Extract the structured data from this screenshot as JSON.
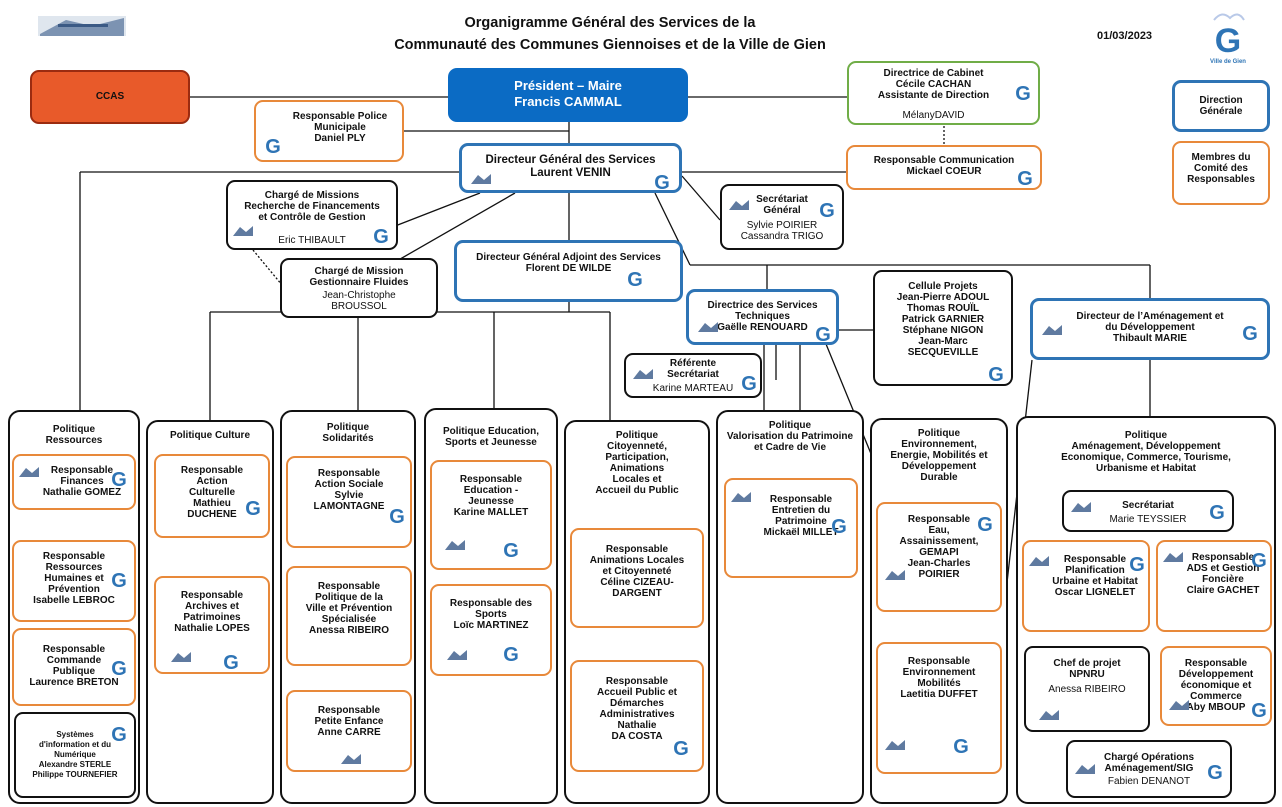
{
  "header": {
    "title_line1": "Organigramme Général des Services de la",
    "title_line2": "Communauté des Communes Giennoises et de la Ville de Gien",
    "date": "01/03/2023",
    "logo_caption": "Ville de Gien"
  },
  "top": {
    "ccas": "CCAS",
    "president": "Président – Maire\nFrancis CAMMAL",
    "cabinet_title": "Directrice de Cabinet\nCécile CACHAN\nAssistante de Direction",
    "cabinet_name": "MélanyDAVID",
    "police": "Responsable Police\nMunicipale\nDaniel PLY",
    "dgs": "Directeur Général des Services\nLaurent VENIN",
    "communication": "Responsable Communication\nMickael COEUR",
    "missions_title": "Chargé de Missions\nRecherche de Financements\net Contrôle de Gestion",
    "missions_name": "Eric THIBAULT",
    "fluides_title": "Chargé de Mission\nGestionnaire Fluides",
    "fluides_name": "Jean-Christophe\nBROUSSOL",
    "dgas": "Directeur Général Adjoint des Services\nFlorent DE WILDE",
    "secretariat_title": "Secrétariat\nGénéral",
    "secretariat_name": "Sylvie POIRIER\nCassandra TRIGO",
    "cellule": "Cellule Projets\nJean-Pierre ADOUL\nThomas ROUÏL\nPatrick GARNIER\nStéphane NIGON\nJean-Marc\nSECQUEVILLE",
    "dst": "Directrice des Services\nTechniques\nGaëlle RENOUARD",
    "referente_title": "Référente\nSecrétariat",
    "referente_name": "Karine MARTEAU",
    "amenagement": "Directeur de l’Aménagement et\ndu Développement\nThibault MARIE"
  },
  "legend": {
    "direction": "Direction\nGénérale",
    "membres": "Membres du\nComité des\nResponsables"
  },
  "columns": {
    "ressources": {
      "title": "Politique\nRessources",
      "finances": "Responsable\nFinances\nNathalie GOMEZ",
      "rh": "Responsable\nRessources\nHumaines et\nPrévention\nIsabelle LEBROC",
      "commande": "Responsable\nCommande\nPublique\nLaurence BRETON",
      "systemes": "Systèmes\nd'information et du\nNumérique\nAlexandre STERLE\nPhilippe TOURNEFIER"
    },
    "culture": {
      "title": "Politique Culture",
      "action": "Responsable\nAction\nCulturelle\nMathieu\nDUCHENE",
      "archives": "Responsable\nArchives et\nPatrimoines\nNathalie LOPES"
    },
    "solidarites": {
      "title": "Politique\nSolidarités",
      "sociale": "Responsable\nAction Sociale\nSylvie\nLAMONTAGNE",
      "ville": "Responsable\nPolitique de la\nVille et Prévention\nSpécialisée\nAnessa RIBEIRO",
      "enfance": "Responsable\nPetite Enfance\nAnne CARRE"
    },
    "education": {
      "title": "Politique Education,\nSports et Jeunesse",
      "jeunesse": "Responsable\nEducation -\nJeunesse\nKarine MALLET",
      "sports": "Responsable des\nSports\nLoïc MARTINEZ"
    },
    "citoyennete": {
      "title": "Politique\nCitoyenneté,\nParticipation,\nAnimations\nLocales et\nAccueil du Public",
      "animations": "Responsable\nAnimations Locales\net Citoyenneté\nCéline CIZEAU-\nDARGENT",
      "accueil": "Responsable\nAccueil Public et\nDémarches\nAdministratives\nNathalie\nDA COSTA"
    },
    "patrimoine": {
      "title": "Politique\nValorisation du Patrimoine\net Cadre de Vie",
      "entretien": "Responsable\nEntretien du\nPatrimoine\nMickaël MILLET"
    },
    "environnement": {
      "title": "Politique\nEnvironnement,\nEnergie, Mobilités et\nDéveloppement\nDurable",
      "eau": "Responsable\nEau,\nAssainissement,\nGEMAPI\nJean-Charles\nPOIRIER",
      "mobilites": "Responsable\nEnvironnement\nMobilités\nLaetitia DUFFET"
    },
    "amenagement": {
      "title": "Politique\nAménagement, Développement\nEconomique, Commerce, Tourisme,\nUrbanisme et Habitat",
      "secretariat_title": "Secrétariat",
      "secretariat_name": "Marie TEYSSIER",
      "planification": "Responsable\nPlanification\nUrbaine et Habitat\nOscar LIGNELET",
      "ads": "Responsable\nADS et Gestion\nFoncière\nClaire GACHET",
      "npnru_title": "Chef de projet\nNPNRU",
      "npnru_name": "Anessa RIBEIRO",
      "eco": "Responsable\nDéveloppement\néconomique et\nCommerce\nAby MBOUP",
      "sig_title": "Chargé Opérations\nAménagement/SIG",
      "sig_name": "Fabien DENANOT"
    }
  },
  "colors": {
    "orange_border": "#E8893A",
    "blue_border": "#2E74B5",
    "president_fill": "#0B6BC4",
    "ccas_fill": "#E85A2A",
    "green_border": "#70AD47"
  },
  "icons": {
    "gien": "gien-g-logo-icon",
    "ccg": "ccg-logo-icon"
  }
}
